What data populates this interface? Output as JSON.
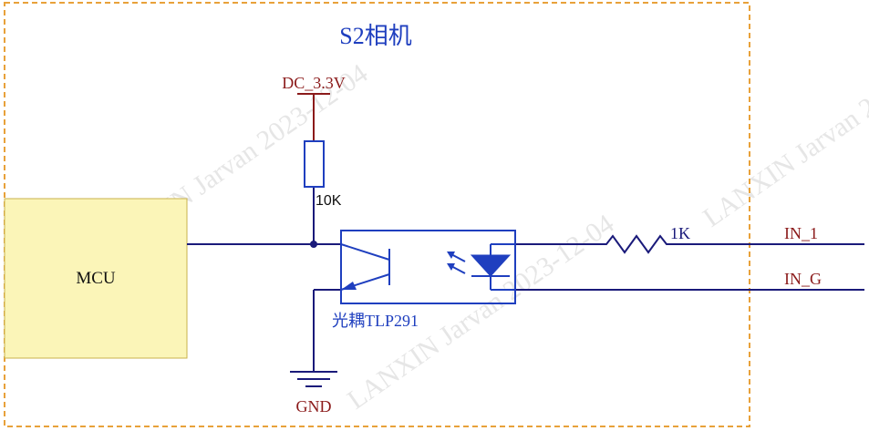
{
  "title": "S2相机",
  "power_label": "DC_3.3V",
  "pullup_resistor_label": "10K",
  "mcu_label": "MCU",
  "optocoupler_label": "光耦TLP291",
  "series_resistor_label": "1K",
  "input_1_label": "IN_1",
  "input_g_label": "IN_G",
  "ground_label": "GND",
  "watermark_text": "LANXIN Jarvan 2023-12-04",
  "colors": {
    "border": "#E8A13A",
    "wire": "#1A1A7A",
    "component": "#1F3FBF",
    "power": "#8B1A1A",
    "mcu_fill": "#FBF5B8",
    "mcu_stroke": "#C9B24B",
    "title": "#1F3FBF",
    "watermark": "#E6E6E6"
  }
}
